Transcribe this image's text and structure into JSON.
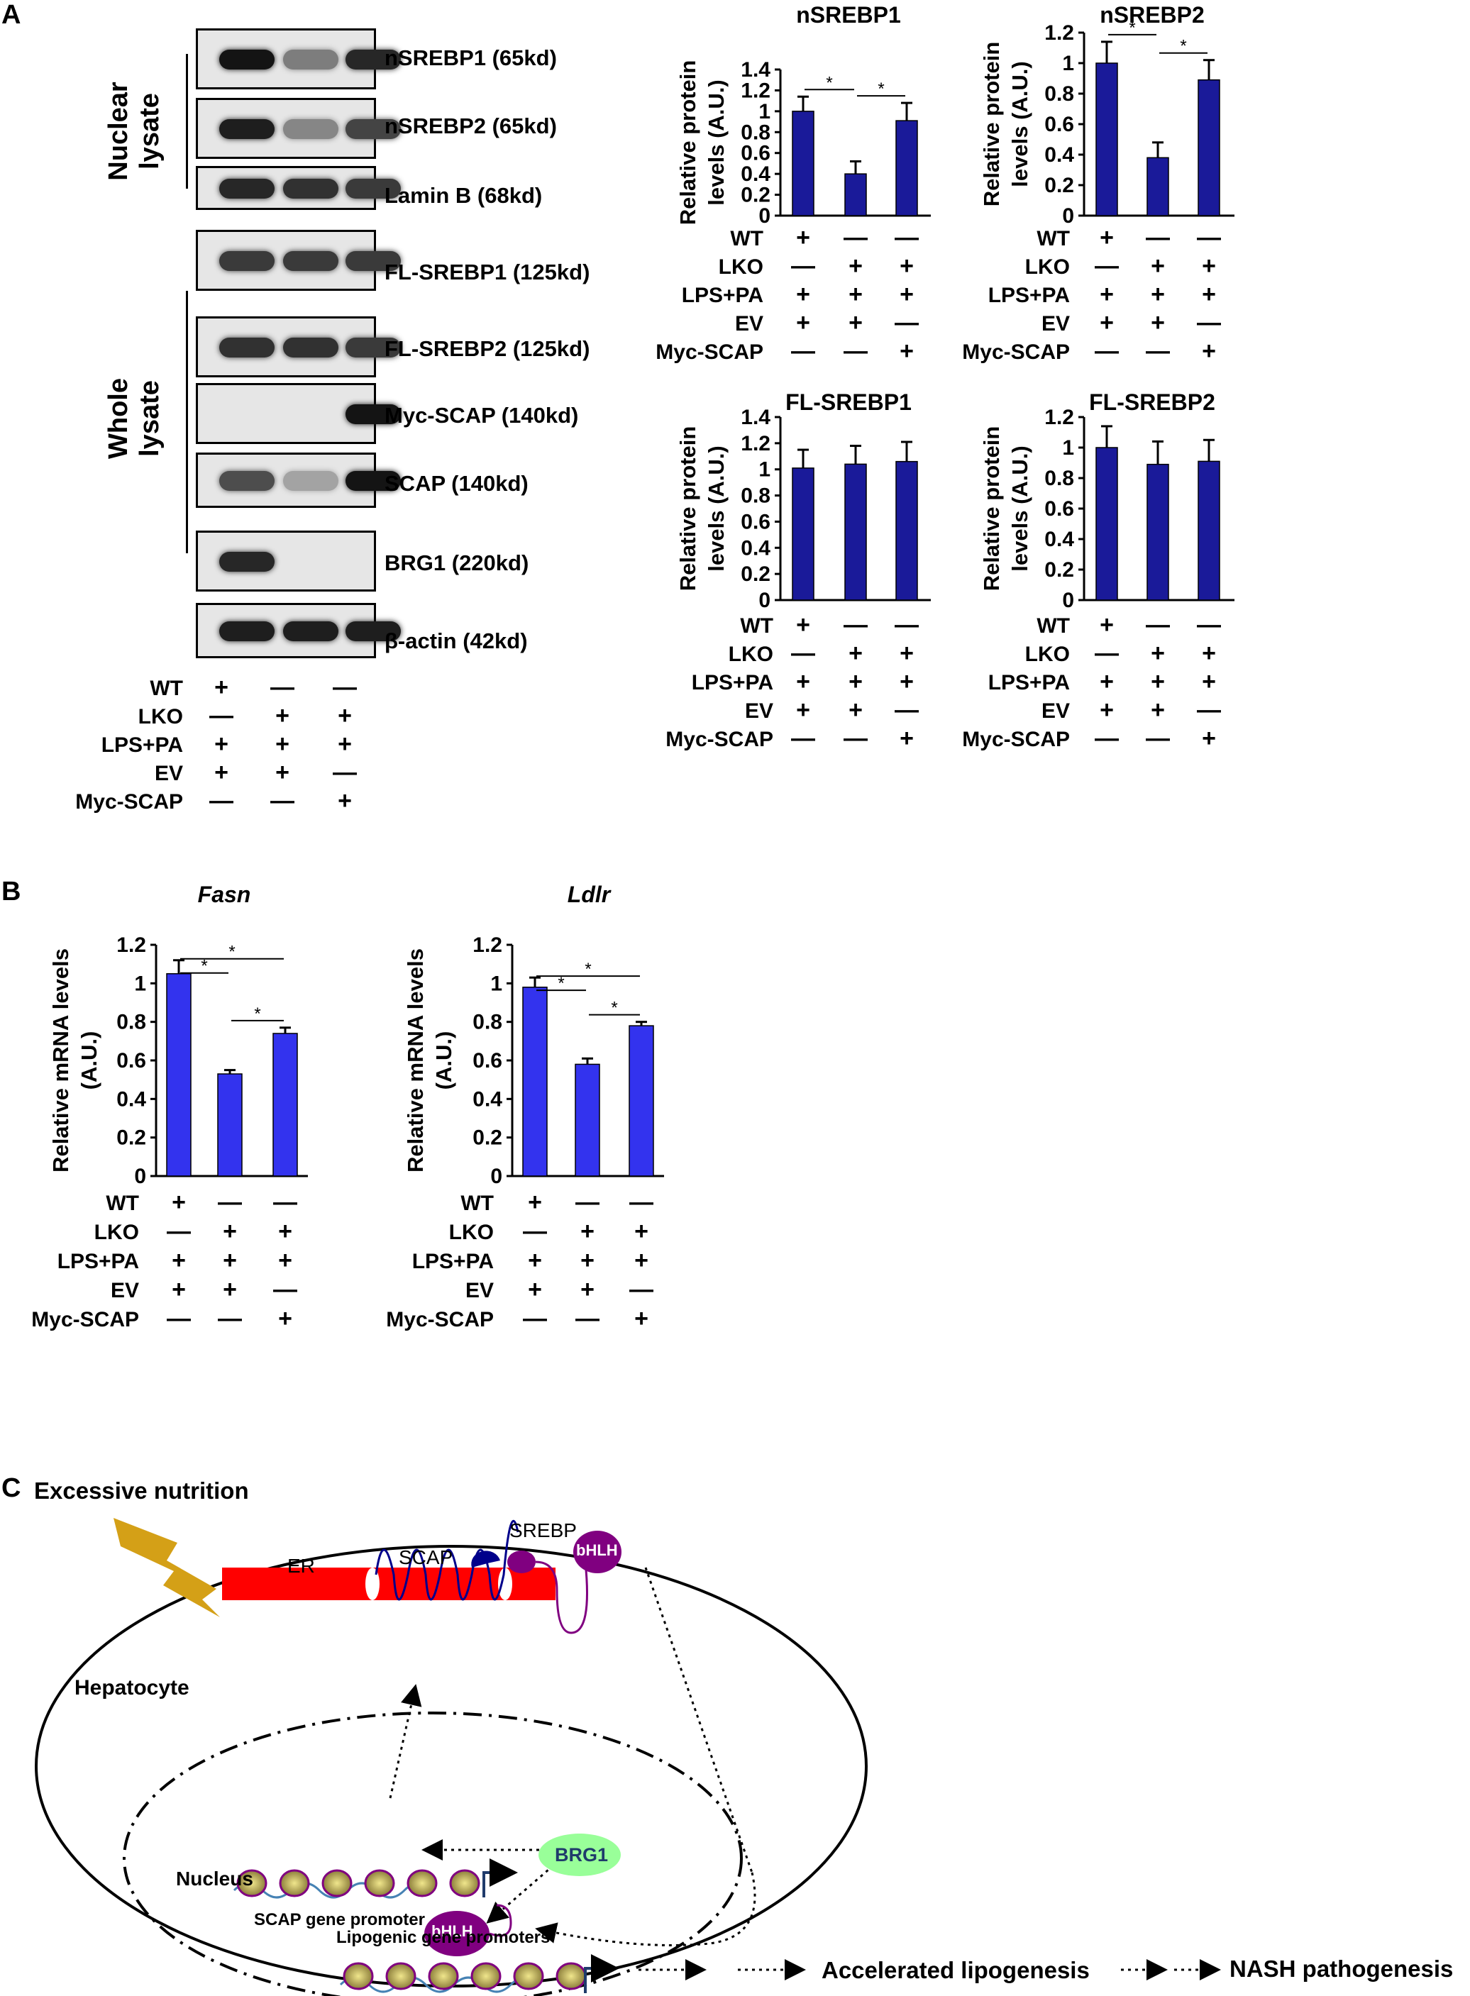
{
  "panels": {
    "a": "A",
    "b": "B",
    "c": "C"
  },
  "blots": {
    "group_nuclear": [
      "Nuclear",
      "lysate"
    ],
    "group_whole": [
      "Whole",
      "lysate"
    ],
    "bands": [
      {
        "label": "nSREBP1 (65kd)",
        "intensity": [
          1.0,
          0.45,
          0.9
        ]
      },
      {
        "label": "nSREBP2 (65kd)",
        "intensity": [
          0.95,
          0.4,
          0.75
        ]
      },
      {
        "label": "Lamin B (68kd)",
        "intensity": [
          0.9,
          0.85,
          0.8
        ]
      },
      {
        "label": "FL-SREBP1 (125kd)",
        "intensity": [
          0.8,
          0.8,
          0.8
        ]
      },
      {
        "label": "FL-SREBP2 (125kd)",
        "intensity": [
          0.85,
          0.85,
          0.8
        ]
      },
      {
        "label": "Myc-SCAP (140kd)",
        "intensity": [
          0.0,
          0.0,
          1.0
        ]
      },
      {
        "label": "SCAP (140kd)",
        "intensity": [
          0.7,
          0.25,
          1.0
        ]
      },
      {
        "label": "BRG1 (220kd)",
        "intensity": [
          0.9,
          0.0,
          0.0
        ]
      },
      {
        "label": "β-actin (42kd)",
        "intensity": [
          0.95,
          0.95,
          0.95
        ]
      }
    ]
  },
  "conditions": {
    "labels": [
      "WT",
      "LKO",
      "LPS+PA",
      "EV",
      "Myc-SCAP"
    ],
    "signs": [
      [
        "+",
        "—",
        "—"
      ],
      [
        "—",
        "+",
        "+"
      ],
      [
        "+",
        "+",
        "+"
      ],
      [
        "+",
        "+",
        "—"
      ],
      [
        "—",
        "—",
        "+"
      ]
    ]
  },
  "colors": {
    "protein_bar": "#1a1a99",
    "mrna_bar": "#3333ee",
    "er": "#ff0000",
    "brg1": "#99ff99",
    "srebp": "#800080",
    "scap": "#00008b"
  },
  "chart_data": [
    {
      "type": "bar",
      "title": "nSREBP1",
      "ylabel": "Relative protein levels (A.U.)",
      "ylim": [
        0,
        1.4
      ],
      "yticks": [
        "0",
        "0.2",
        "0.4",
        "0.6",
        "0.8",
        "1",
        "1.2",
        "1.4"
      ],
      "values": [
        1.0,
        0.4,
        0.91
      ],
      "errors": [
        0.14,
        0.12,
        0.17
      ],
      "significance": [
        {
          "from": 0,
          "to": 1,
          "label": "*"
        },
        {
          "from": 1,
          "to": 2,
          "label": "*"
        }
      ]
    },
    {
      "type": "bar",
      "title": "nSREBP2",
      "ylabel": "Relative protein levels (A.U.)",
      "ylim": [
        0,
        1.2
      ],
      "yticks": [
        "0",
        "0.2",
        "0.4",
        "0.6",
        "0.8",
        "1",
        "1.2"
      ],
      "values": [
        1.0,
        0.38,
        0.89
      ],
      "errors": [
        0.14,
        0.1,
        0.13
      ],
      "significance": [
        {
          "from": 0,
          "to": 1,
          "label": "*"
        },
        {
          "from": 1,
          "to": 2,
          "label": "*"
        }
      ]
    },
    {
      "type": "bar",
      "title": "FL-SREBP1",
      "ylabel": "Relative protein levels (A.U.)",
      "ylim": [
        0,
        1.4
      ],
      "yticks": [
        "0",
        "0.2",
        "0.4",
        "0.6",
        "0.8",
        "1",
        "1.2",
        "1.4"
      ],
      "values": [
        1.01,
        1.04,
        1.06
      ],
      "errors": [
        0.14,
        0.14,
        0.15
      ],
      "significance": []
    },
    {
      "type": "bar",
      "title": "FL-SREBP2",
      "ylabel": "Relative protein levels (A.U.)",
      "ylim": [
        0,
        1.2
      ],
      "yticks": [
        "0",
        "0.2",
        "0.4",
        "0.6",
        "0.8",
        "1",
        "1.2"
      ],
      "values": [
        1.0,
        0.89,
        0.91
      ],
      "errors": [
        0.14,
        0.15,
        0.14
      ],
      "significance": []
    },
    {
      "type": "bar",
      "title": "Fasn",
      "ylabel": "Relative mRNA levels (A.U.)",
      "ylim": [
        0,
        1.2
      ],
      "yticks": [
        "0",
        "0.2",
        "0.4",
        "0.6",
        "0.8",
        "1",
        "1.2"
      ],
      "values": [
        1.05,
        0.53,
        0.74
      ],
      "errors": [
        0.07,
        0.02,
        0.03
      ],
      "significance": [
        {
          "from": 0,
          "to": 1,
          "label": "*"
        },
        {
          "from": 0,
          "to": 2,
          "label": "*"
        },
        {
          "from": 1,
          "to": 2,
          "label": "*"
        }
      ]
    },
    {
      "type": "bar",
      "title": "Ldlr",
      "ylabel": "Relative mRNA levels (A.U.)",
      "ylim": [
        0,
        1.2
      ],
      "yticks": [
        "0",
        "0.2",
        "0.4",
        "0.6",
        "0.8",
        "1",
        "1.2"
      ],
      "values": [
        0.98,
        0.58,
        0.78
      ],
      "errors": [
        0.05,
        0.03,
        0.02
      ],
      "significance": [
        {
          "from": 0,
          "to": 1,
          "label": "*"
        },
        {
          "from": 0,
          "to": 2,
          "label": "*"
        },
        {
          "from": 1,
          "to": 2,
          "label": "*"
        }
      ]
    }
  ],
  "diagram": {
    "excessive_nutrition": "Excessive nutrition",
    "er": "ER",
    "scap": "SCAP",
    "srebp": "SREBP",
    "bhlh": "bHLH",
    "hepatocyte": "Hepatocyte",
    "brg1": "BRG1",
    "scap_promoter": "SCAP gene promoter",
    "nucleus": "Nucleus",
    "lipogenic_promoters": "Lipogenic gene promoters",
    "accelerated": "Accelerated lipogenesis",
    "nash": "NASH pathogenesis"
  }
}
